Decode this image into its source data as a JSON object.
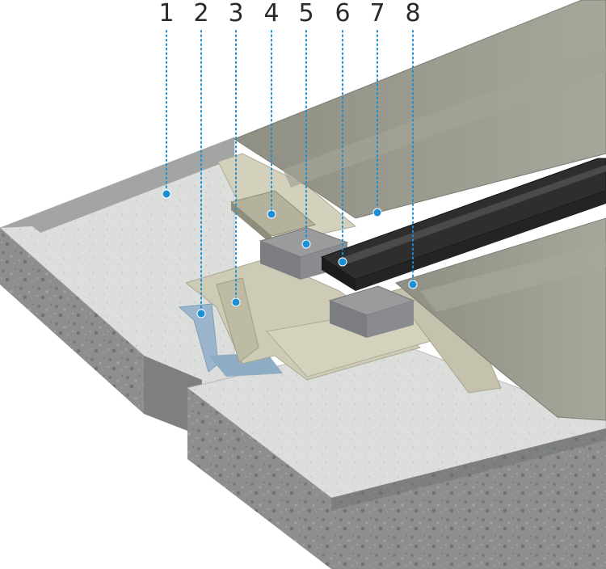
{
  "callouts": [
    {
      "number": "1"
    },
    {
      "number": "2"
    },
    {
      "number": "3"
    },
    {
      "number": "4"
    },
    {
      "number": "5"
    },
    {
      "number": "6"
    },
    {
      "number": "7"
    },
    {
      "number": "8"
    }
  ],
  "colors": {
    "concrete_top": "#d9dbd9",
    "concrete_side": "#8b8e8b",
    "membrane": "#c9c8b2",
    "cover_sheet": "#9a9a8e",
    "gasket": "#2a2a2a",
    "block": "#8f9092",
    "tape": "#9bb6cc",
    "leader": "#1a8fd6"
  }
}
